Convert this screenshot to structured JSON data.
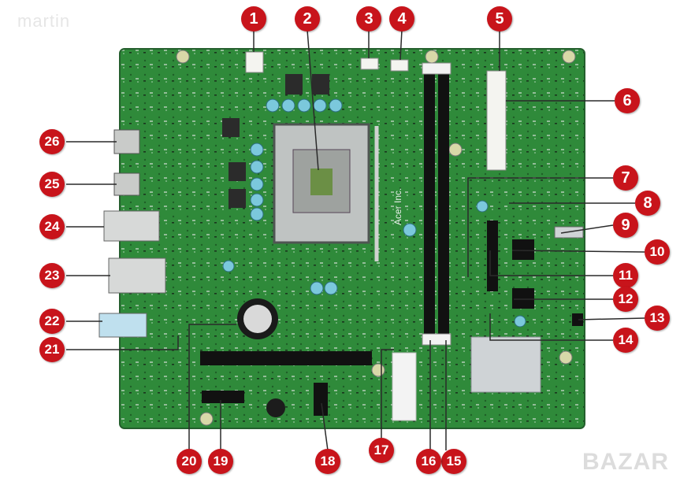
{
  "watermarks": {
    "top_left": "martin",
    "bottom_right": "BAZAR"
  },
  "board_text": "Acer Inc.",
  "callouts": [
    "1",
    "2",
    "3",
    "4",
    "5",
    "6",
    "7",
    "8",
    "9",
    "10",
    "11",
    "12",
    "13",
    "14",
    "15",
    "16",
    "17",
    "18",
    "19",
    "20",
    "21",
    "22",
    "23",
    "24",
    "25",
    "26"
  ],
  "colors": {
    "pcb": "#2f8a3a",
    "pcb_dark": "#1f6b2c",
    "callout": "#c8141b",
    "leader": "#2a2a2a",
    "heatsink": "#cfd3d6",
    "slot": "#111111"
  }
}
